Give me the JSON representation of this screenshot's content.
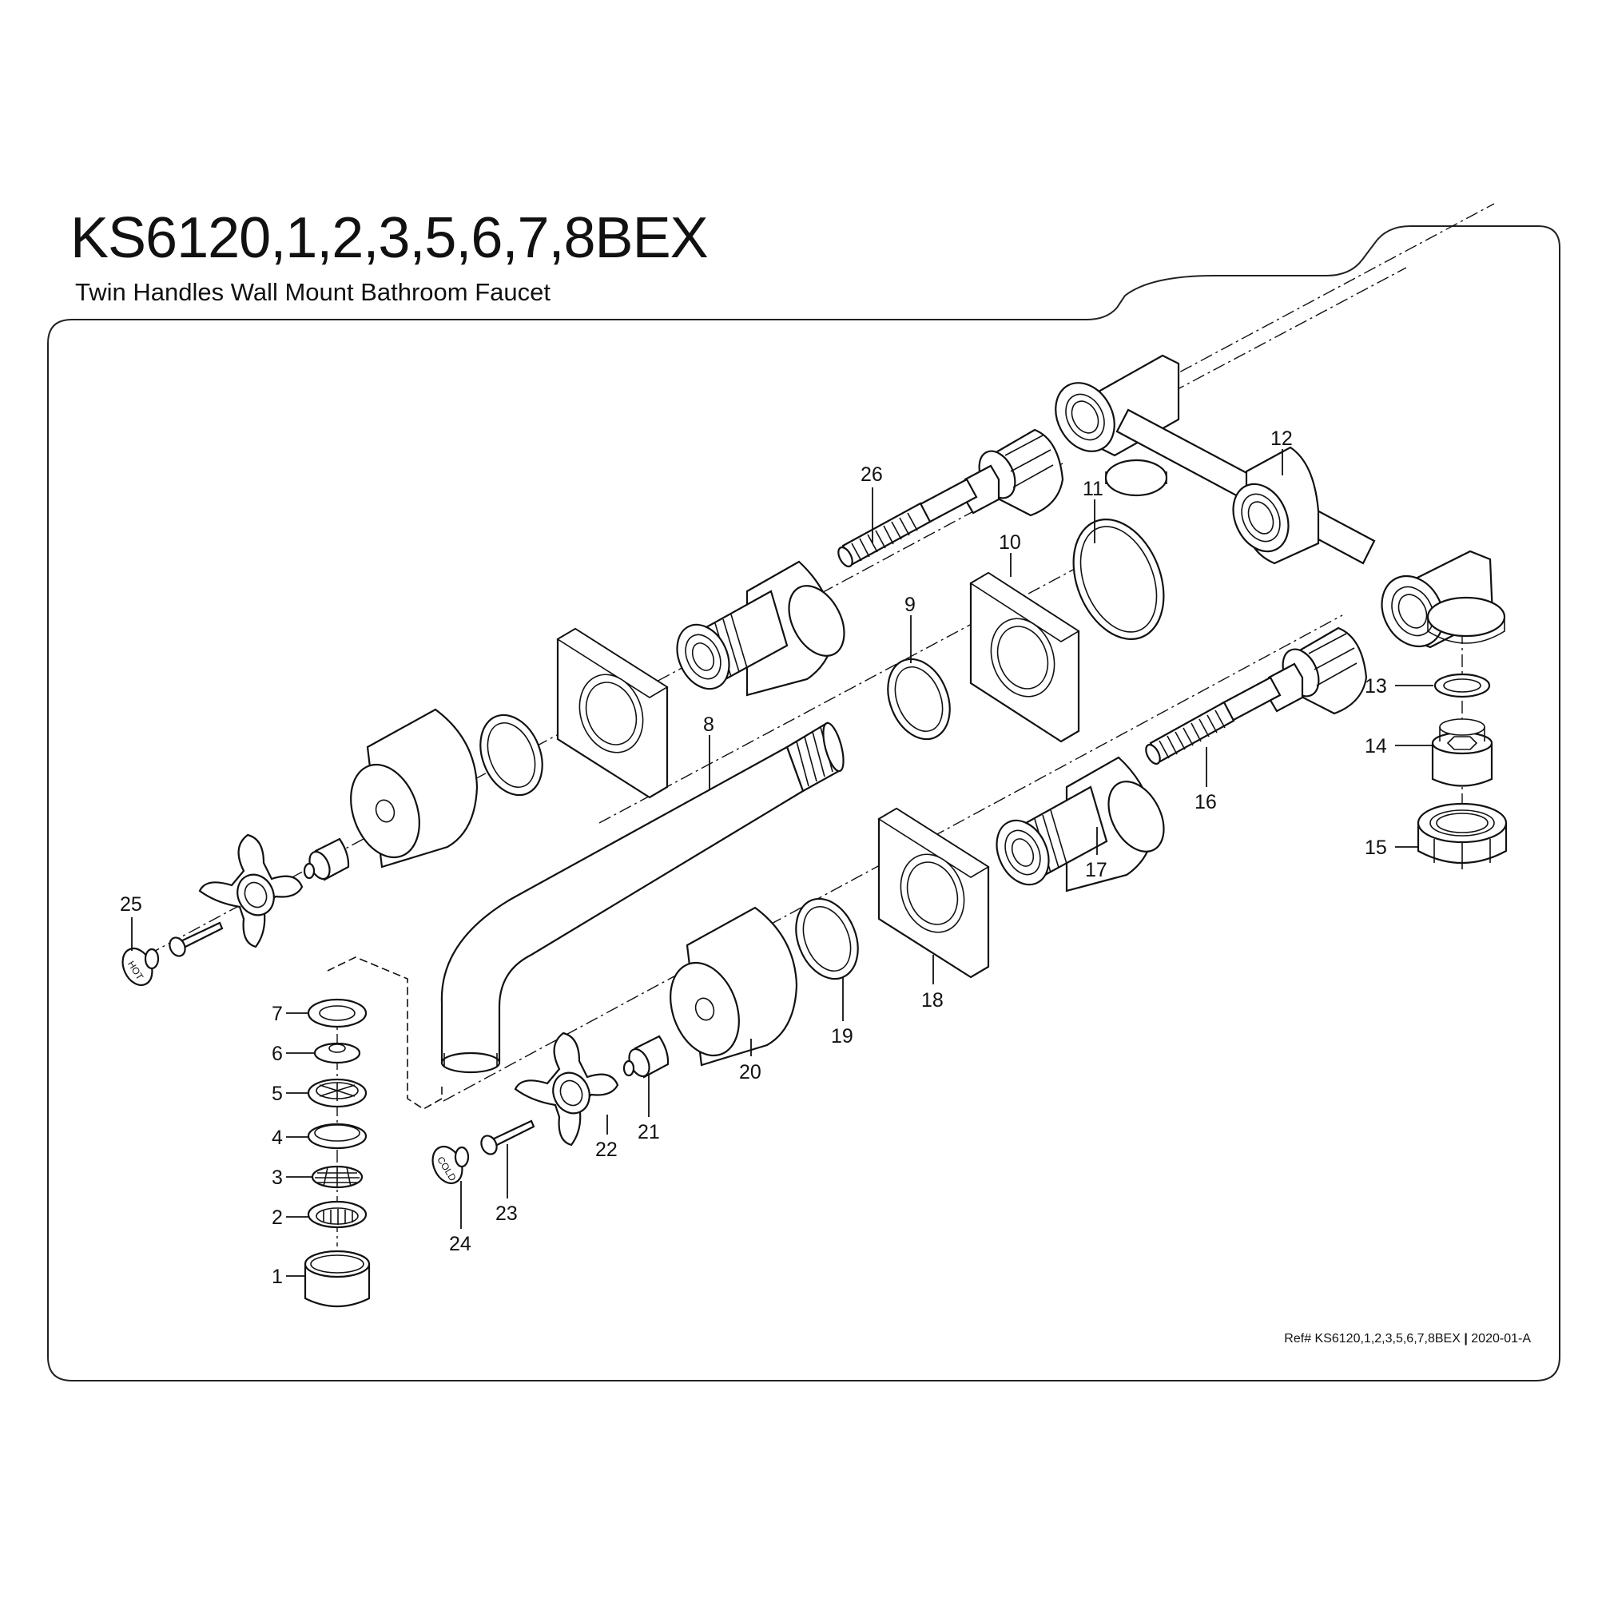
{
  "header": {
    "model": "KS6120,1,2,3,5,6,7,8BEX",
    "subtitle": "Twin Handles Wall Mount Bathroom Faucet"
  },
  "footer": {
    "ref_prefix": "Ref# KS6120,1,2,3,5,6,7,8BEX ",
    "separator": "|",
    "revision": " 2020-01-A"
  },
  "handle_labels": {
    "hot": "HOT",
    "cold": "COLD"
  },
  "callouts": [
    "1",
    "2",
    "3",
    "4",
    "5",
    "6",
    "7",
    "8",
    "9",
    "10",
    "11",
    "12",
    "13",
    "14",
    "15",
    "16",
    "17",
    "18",
    "19",
    "20",
    "21",
    "22",
    "23",
    "24",
    "25",
    "26"
  ],
  "colors": {
    "line": "#111111",
    "background": "#ffffff",
    "frame": "#222222"
  }
}
